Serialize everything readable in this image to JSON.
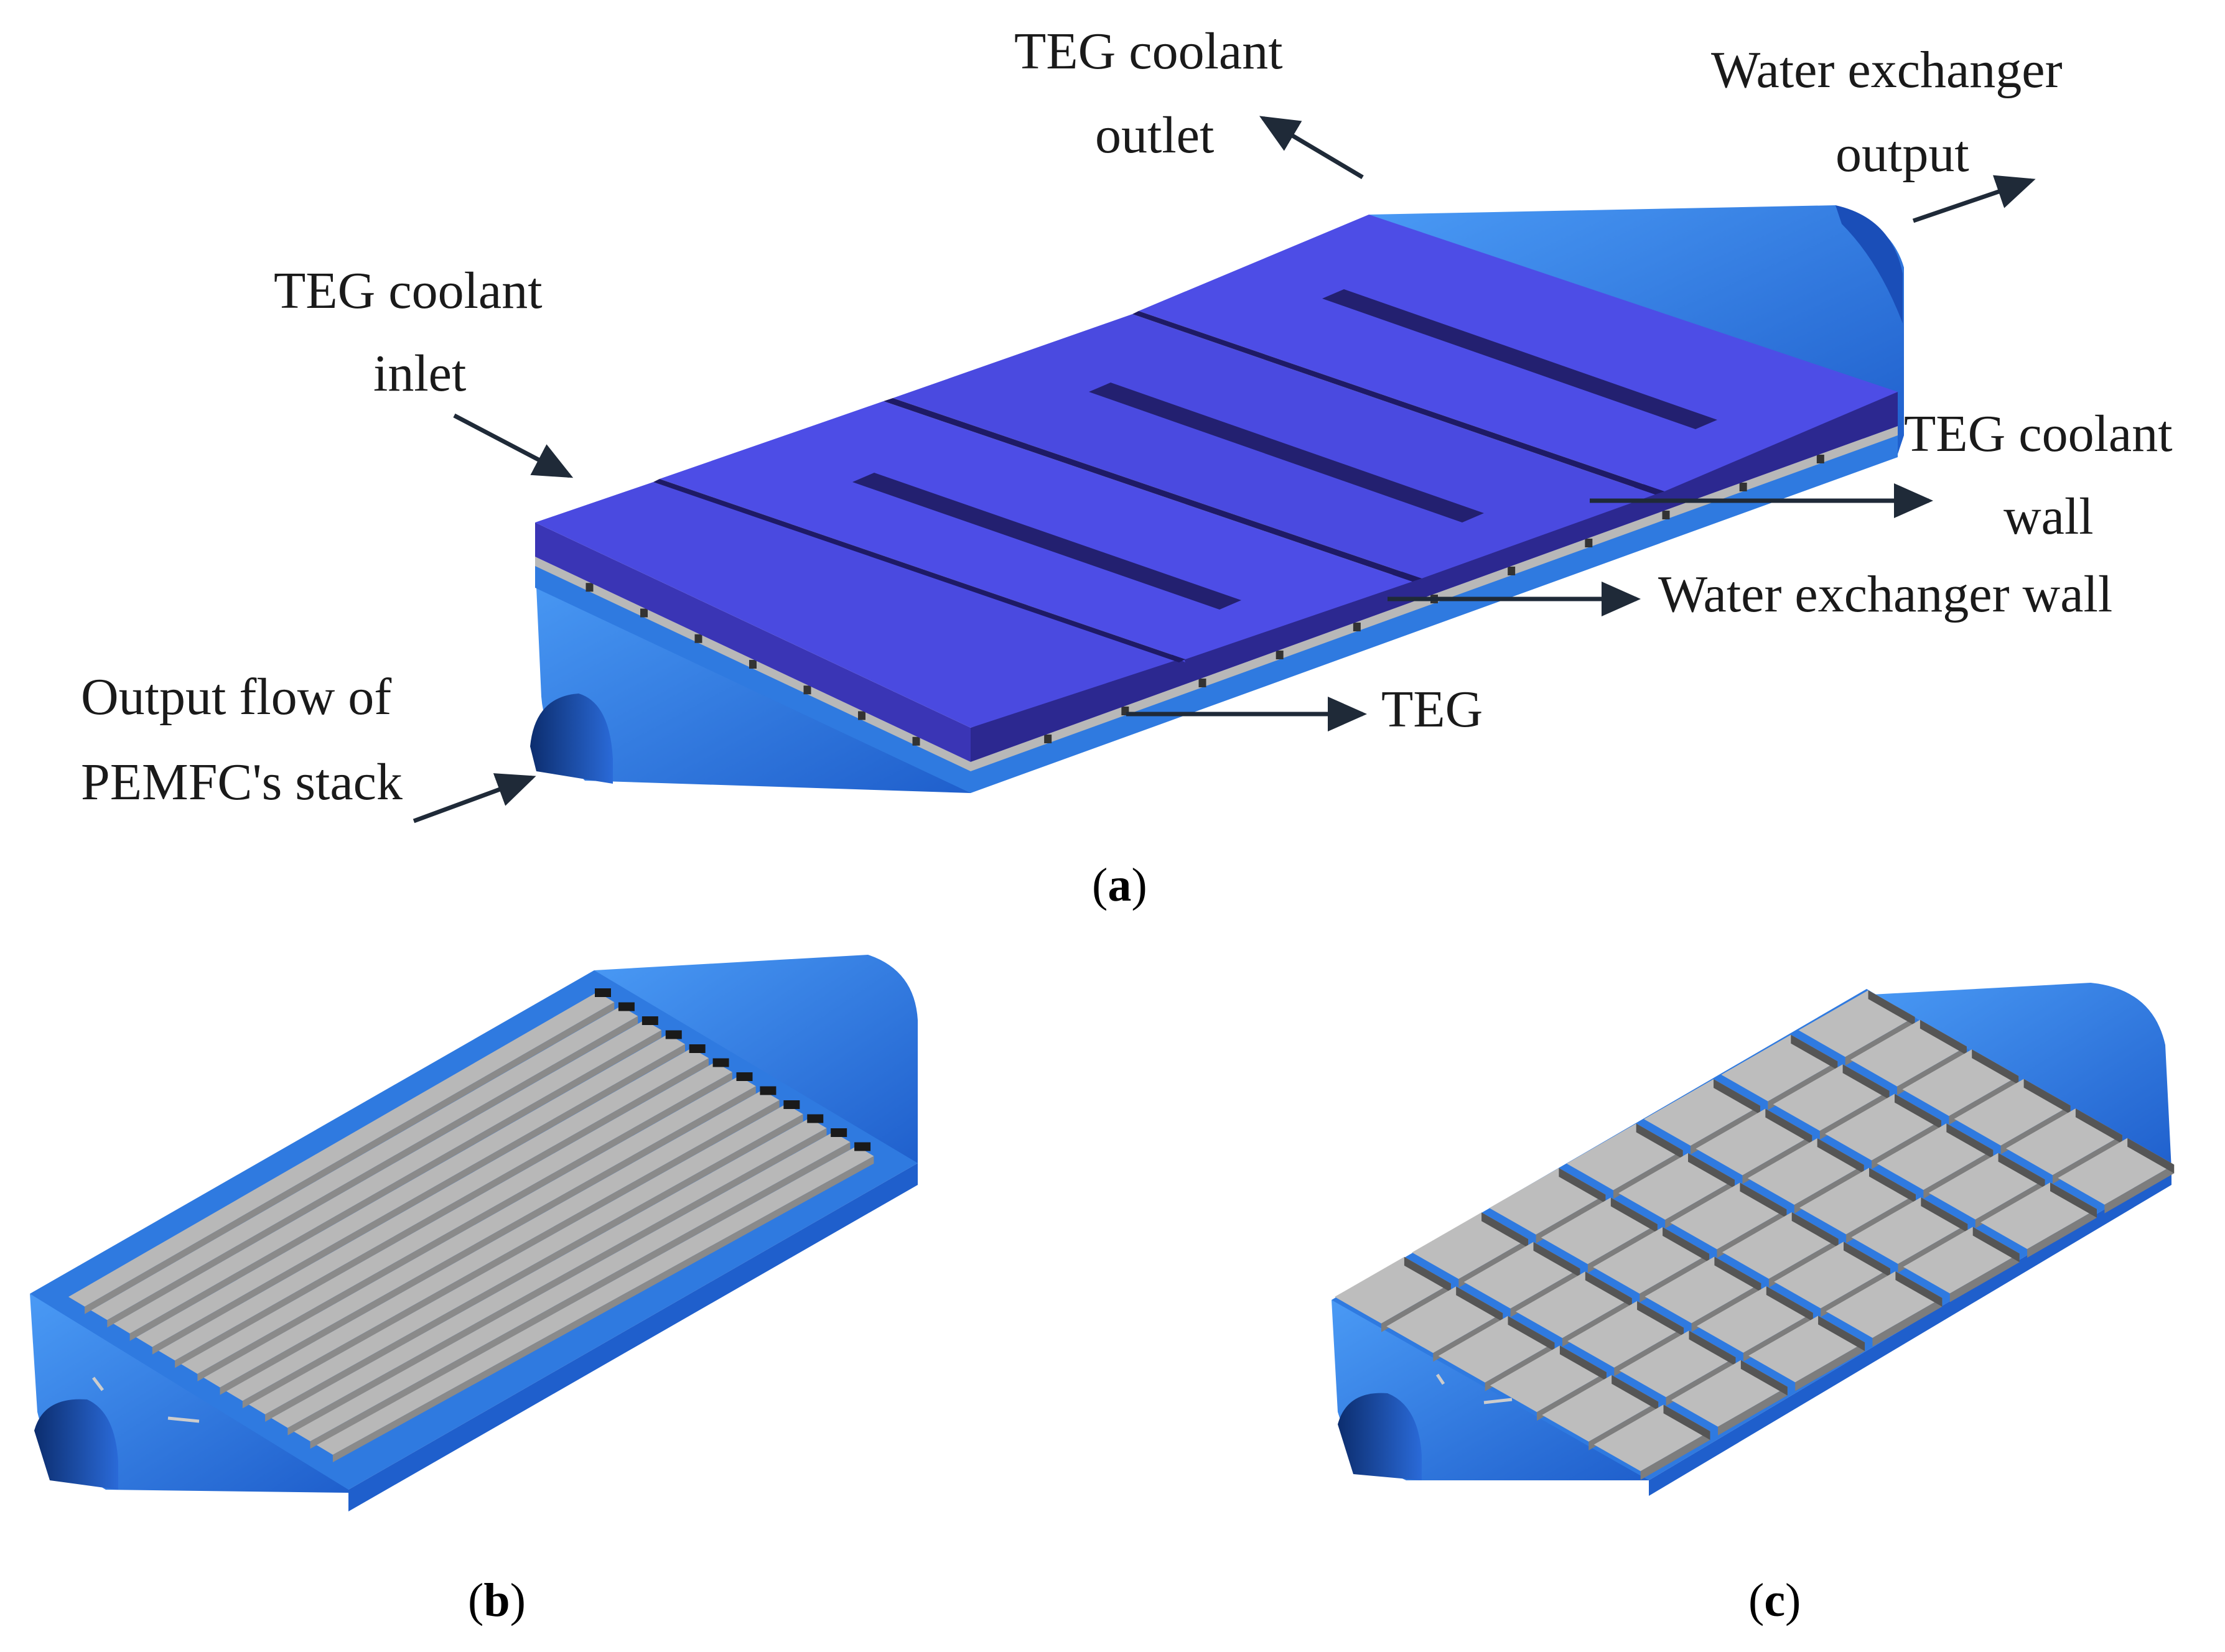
{
  "labels": {
    "teg_coolant_outlet": [
      "TEG coolant",
      "outlet"
    ],
    "water_exchanger_output": [
      "Water exchanger",
      "output"
    ],
    "teg_coolant_inlet": [
      "TEG coolant",
      "inlet"
    ],
    "teg_coolant_wall": [
      "TEG coolant",
      "wall"
    ],
    "water_exchanger_wall": "Water exchanger wall",
    "teg": "TEG",
    "output_flow": [
      "Output  flow of",
      "PEMFC's stack"
    ]
  },
  "captions": {
    "a": "a",
    "b": "b",
    "c": "c"
  },
  "colors": {
    "coolant_top": "#4a4ae0",
    "coolant_side": "#3a35b5",
    "exchanger_blue": "#2f7ae0",
    "exchanger_dark": "#123a8a",
    "teg_gray": "#b8b8b8",
    "teg_gray_side": "#8a8a8a",
    "arrow": "#1f2a38"
  },
  "grid_c": {
    "rows": 6,
    "cols": 6
  },
  "strips_b": 12
}
